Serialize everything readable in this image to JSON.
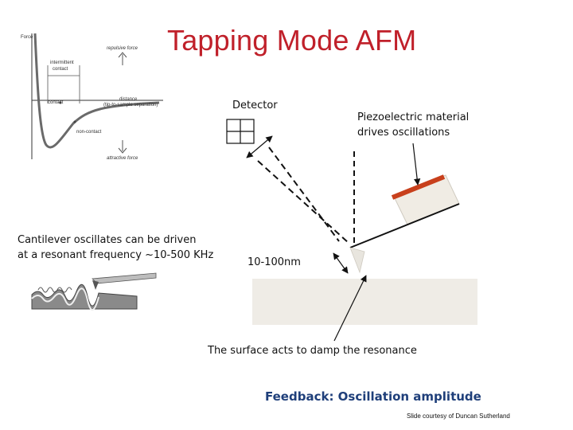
{
  "title": "Tapping Mode AFM",
  "labels": {
    "detector": "Detector",
    "piezo_line1": "Piezoelectric material",
    "piezo_line2": "drives oscillations",
    "cantilever_line1": "Cantilever oscillates can be driven",
    "cantilever_line2": "at a resonant frequency ~10-500 KHz",
    "amplitude": "10-100nm",
    "surface": "The surface acts to damp the resonance",
    "feedback": "Feedback: Oscillation amplitude",
    "credit": "Slide courtesy of Duncan Sutherland"
  },
  "force_curve": {
    "y_axis_label": "Force",
    "repulsive_label": "repulsive force",
    "attractive_label": "attractive force",
    "intermittent_line1": "intermittent",
    "intermittent_line2": "contact",
    "distance_line1": "distance",
    "distance_line2": "(tip-to-sample separation)",
    "contact_label": "contact",
    "noncontact_label": "non-contact"
  },
  "colors": {
    "title": "#c0202a",
    "feedback": "#1f3f7a",
    "piezo": "#c8401c",
    "surface": "#efece6",
    "cantilever_base": "#f0ece4"
  }
}
